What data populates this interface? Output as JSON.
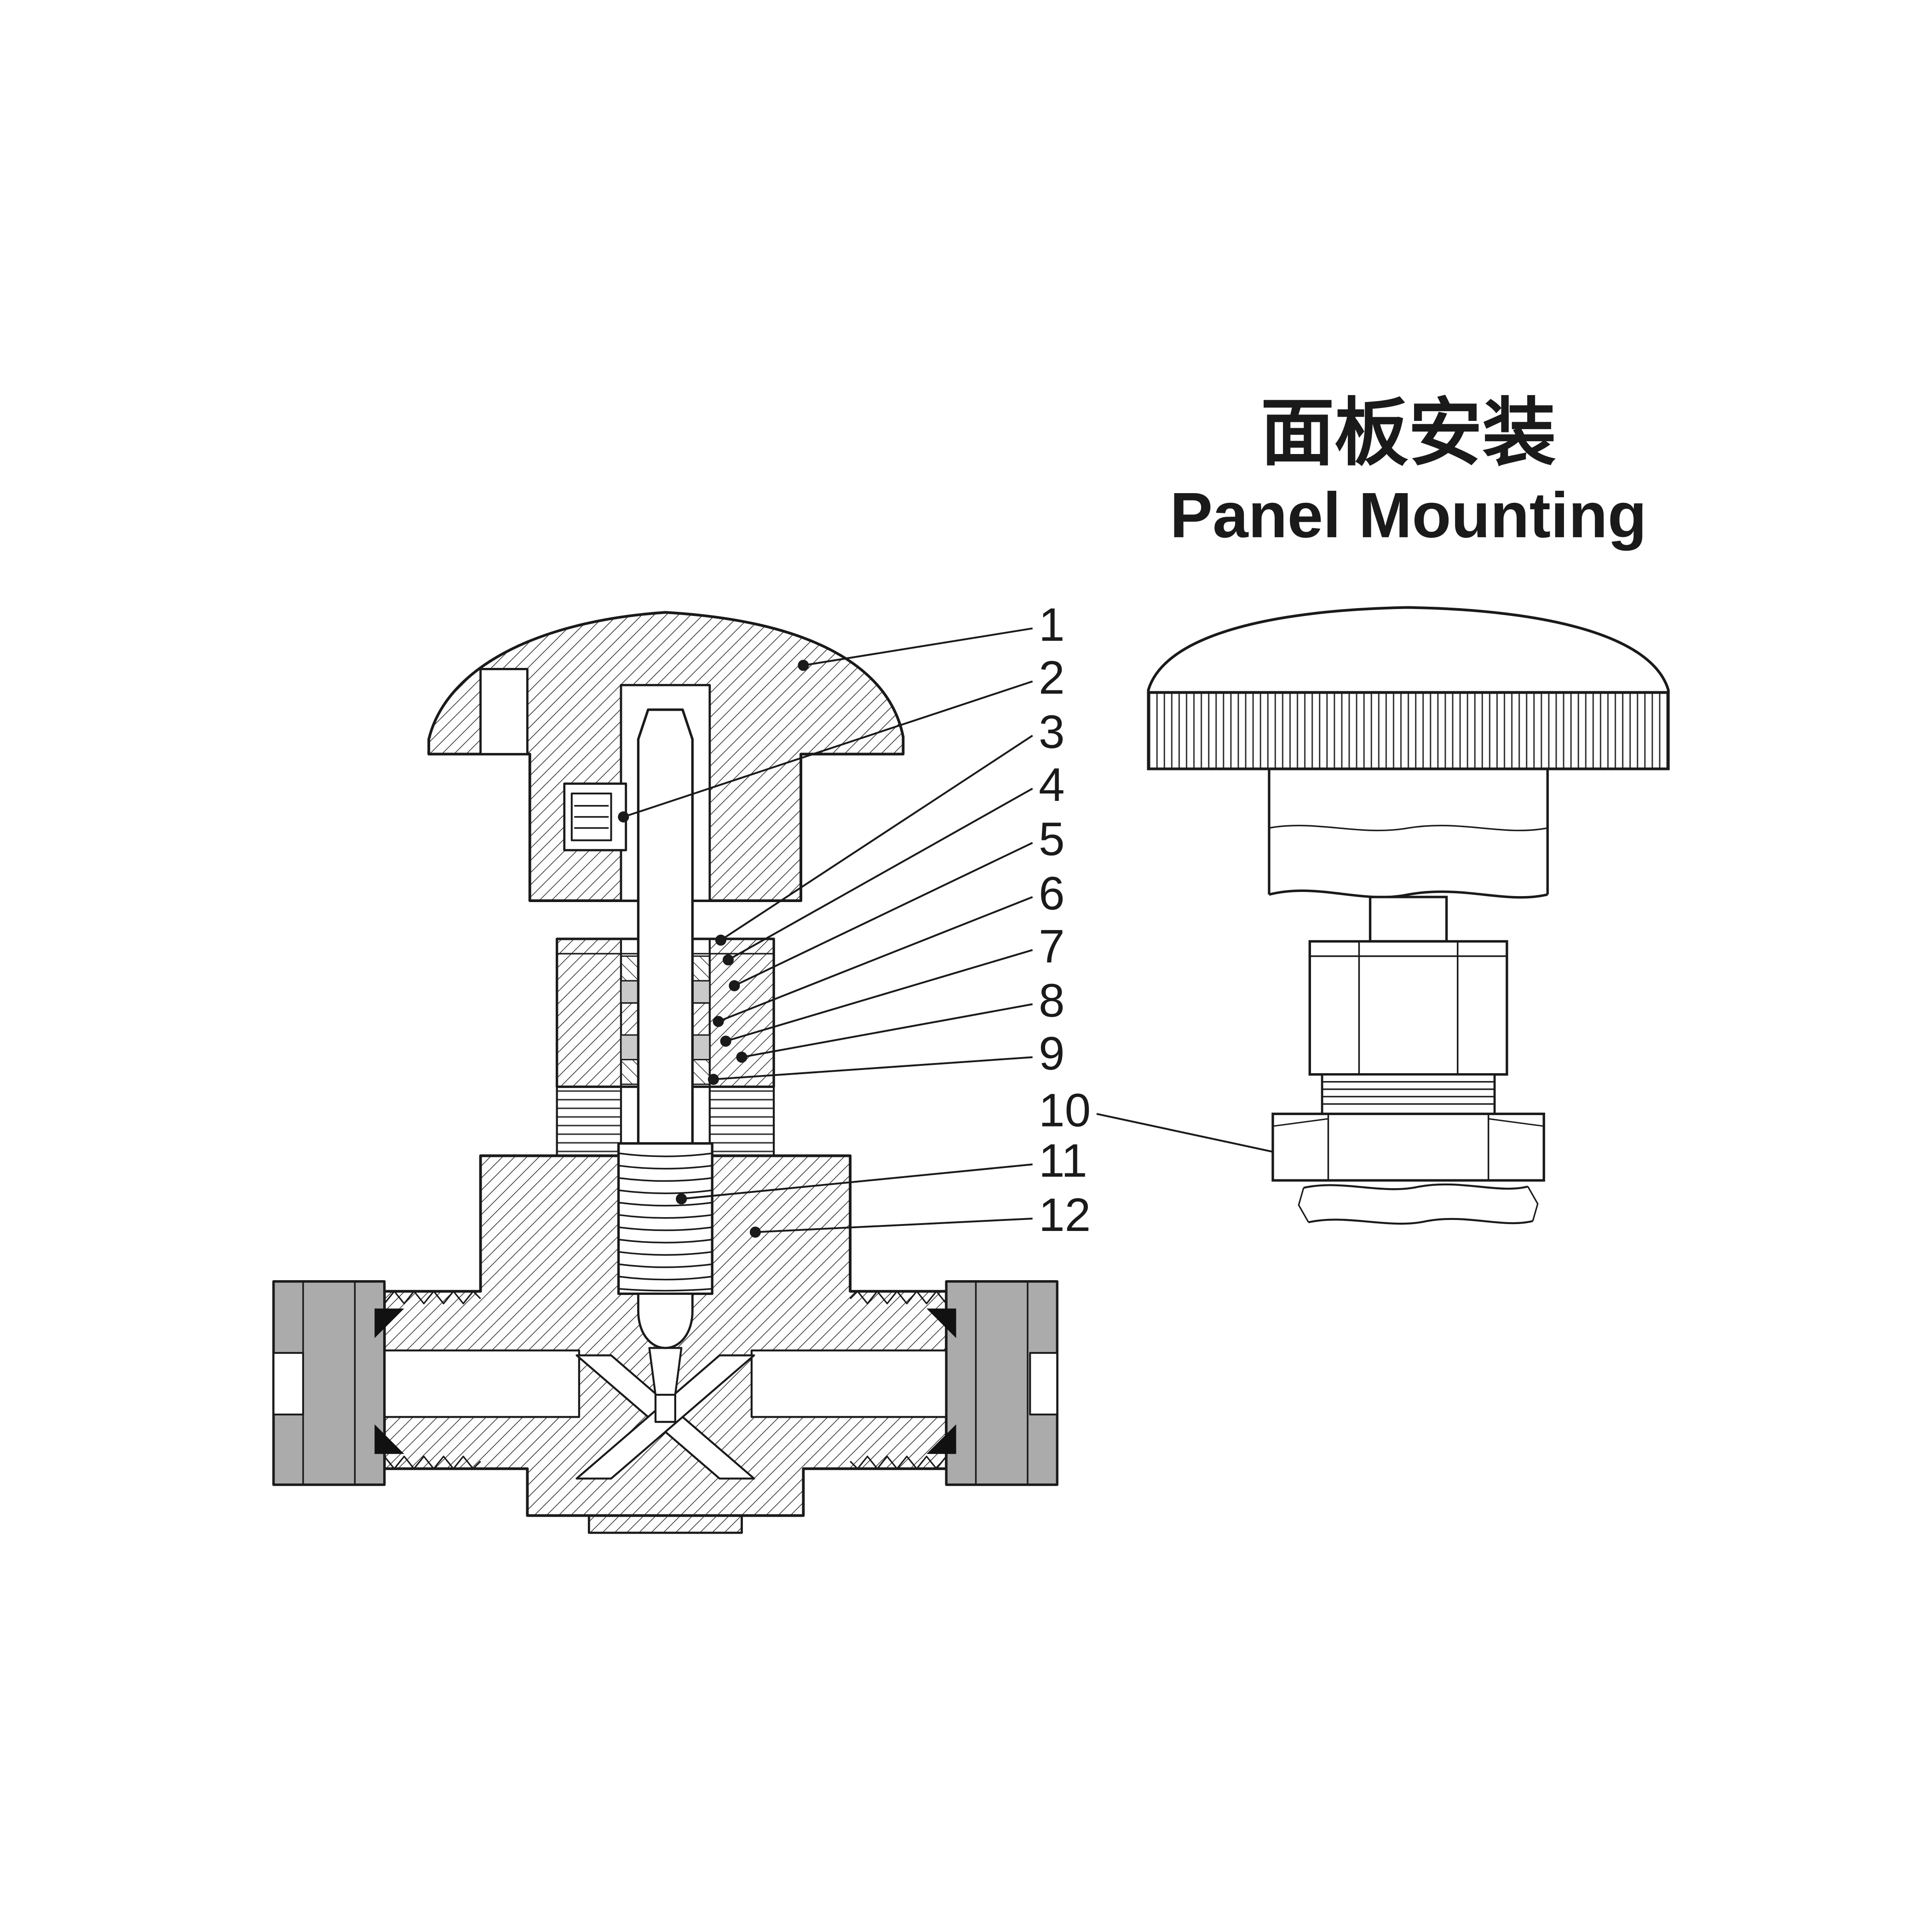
{
  "titles": {
    "chinese": "面板安装",
    "english": "Panel Mounting"
  },
  "part_labels": [
    "1",
    "2",
    "3",
    "4",
    "5",
    "6",
    "7",
    "8",
    "9",
    "10",
    "11",
    "12"
  ],
  "colors": {
    "line": "#1a1a1a",
    "nut_gray": "#ababab",
    "packing_gray": "#c9c9c9"
  }
}
